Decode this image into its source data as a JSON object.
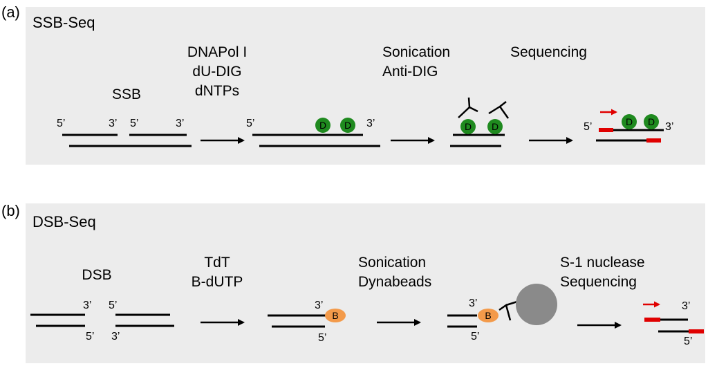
{
  "panels": [
    {
      "letter": "(a)",
      "title": "SSB-Seq",
      "steps": {
        "s1": "SSB",
        "s2": [
          "DNAPol I",
          "dU-DIG",
          "dNTPs"
        ],
        "s3": [
          "Sonication",
          "Anti-DIG"
        ],
        "s4": "Sequencing"
      },
      "ends": {
        "five": "5’",
        "three": "3’"
      },
      "digoxigenin_label": "D"
    },
    {
      "letter": "(b)",
      "title": "DSB-Seq",
      "steps": {
        "s1": "DSB",
        "s2": [
          "TdT",
          "B-dUTP"
        ],
        "s3": [
          "Sonication",
          "Dynabeads"
        ],
        "s4": [
          "S-1 nuclease",
          "Sequencing"
        ]
      },
      "ends": {
        "five": "5’",
        "three": "3’"
      },
      "biotin_label": "B"
    }
  ],
  "colors": {
    "panel_bg": "#ececec",
    "strand": "#000000",
    "dig_fill": "#1f8a1f",
    "biotin_fill": "#f39a4a",
    "bead_fill": "#8a8a8a",
    "adapter": "#e00000"
  }
}
